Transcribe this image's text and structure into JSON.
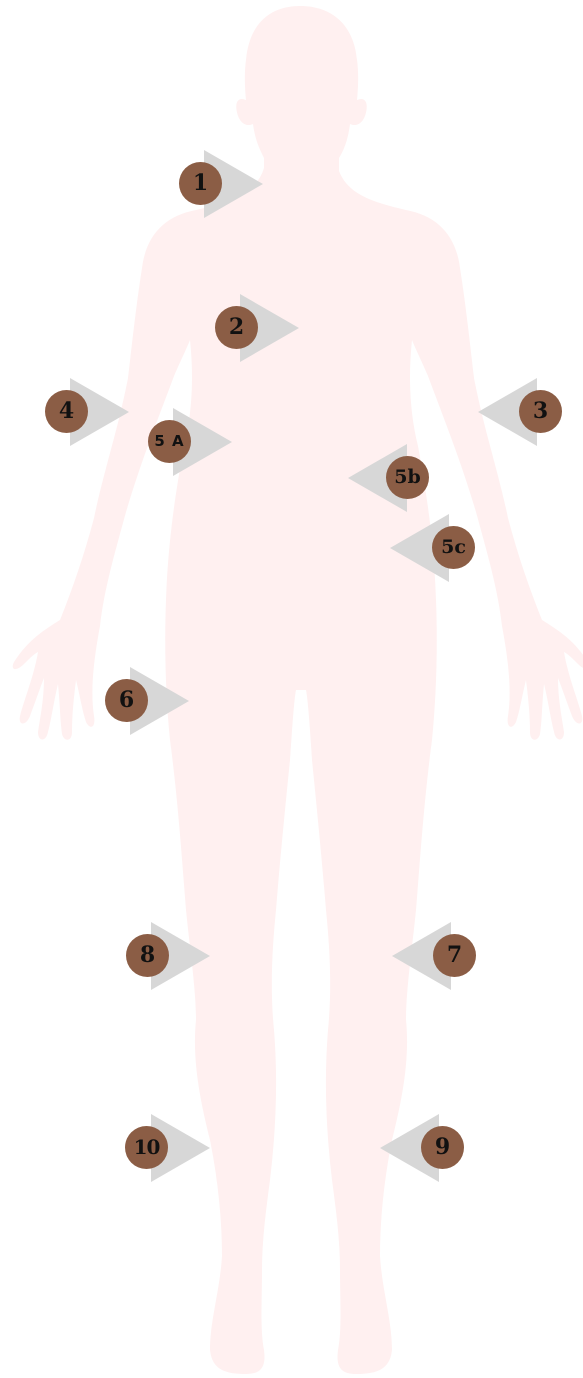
{
  "colors": {
    "body_fill": "#fff0f0",
    "arrow": "#d7d7d7",
    "badge": "#8b5d45",
    "badge_text": "#111111"
  },
  "markers": [
    {
      "id": "1",
      "label": "1",
      "direction": "right"
    },
    {
      "id": "2",
      "label": "2",
      "direction": "right"
    },
    {
      "id": "3",
      "label": "3",
      "direction": "left"
    },
    {
      "id": "4",
      "label": "4",
      "direction": "right"
    },
    {
      "id": "5a",
      "label": "5 A",
      "direction": "right"
    },
    {
      "id": "5b",
      "label": "5b",
      "direction": "left"
    },
    {
      "id": "5c",
      "label": "5c",
      "direction": "left"
    },
    {
      "id": "6",
      "label": "6",
      "direction": "right"
    },
    {
      "id": "7",
      "label": "7",
      "direction": "left"
    },
    {
      "id": "8",
      "label": "8",
      "direction": "right"
    },
    {
      "id": "9",
      "label": "9",
      "direction": "left"
    },
    {
      "id": "10",
      "label": "10",
      "direction": "right"
    }
  ]
}
